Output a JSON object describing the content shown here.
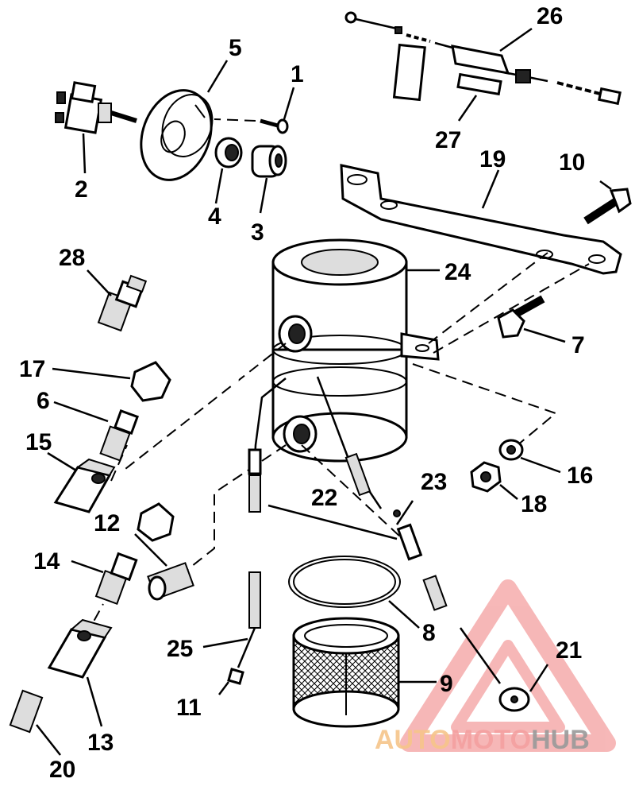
{
  "callouts": {
    "c1": "1",
    "c2": "2",
    "c3": "3",
    "c4": "4",
    "c5": "5",
    "c6": "6",
    "c7": "7",
    "c8": "8",
    "c9": "9",
    "c10": "10",
    "c11": "11",
    "c12": "12",
    "c13": "13",
    "c14": "14",
    "c15": "15",
    "c16": "16",
    "c17": "17",
    "c18": "18",
    "c19": "19",
    "c20": "20",
    "c21": "21",
    "c22": "22",
    "c23": "23",
    "c24": "24",
    "c25": "25",
    "c26": "26",
    "c27": "27",
    "c28": "28"
  },
  "watermark": {
    "part1": "AUTO",
    "part2": "MOTO",
    "part3": "HUB",
    "color_primary": "#f4a0a0",
    "color_secondary": "#f6c58a",
    "color_tertiary": "#9a9a9a"
  }
}
